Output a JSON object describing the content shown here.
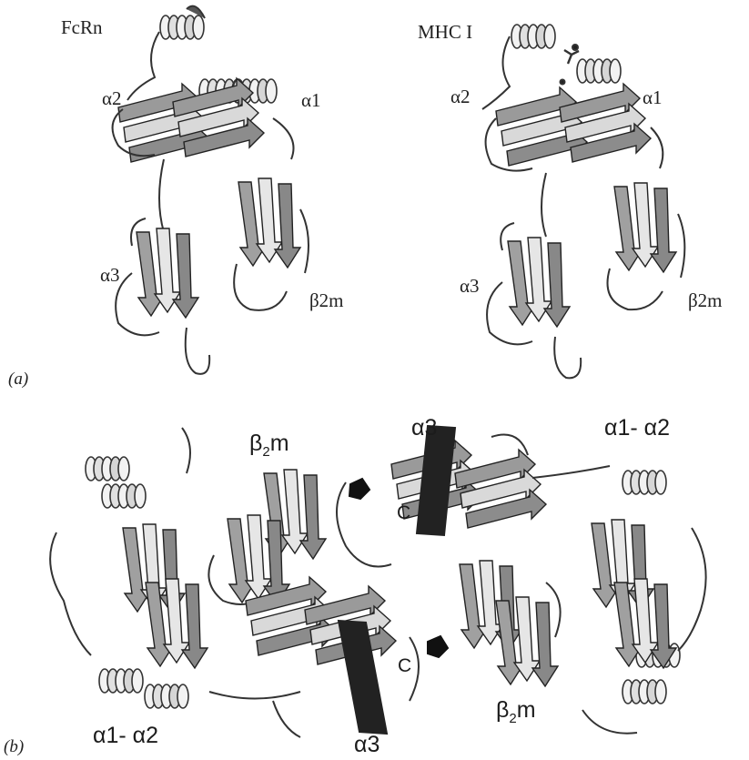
{
  "panel_a": {
    "panel_label": "(a)",
    "left": {
      "title": "FcRn",
      "a1": "α1",
      "a2": "α2",
      "a3": "α3",
      "b2m": "β2m"
    },
    "right": {
      "title": "MHC I",
      "a1": "α1",
      "a2": "α2",
      "a3": "α3",
      "b2m": "β2m"
    }
  },
  "panel_b": {
    "panel_label": "(b)",
    "a1a2_top_right": "α1- α2",
    "a1a2_bottom_left": "α1- α2",
    "a3_top": "α3",
    "a3_bottom": "α3",
    "b2m_top": {
      "base": "β",
      "sub": "2",
      "tail": "m"
    },
    "b2m_bottom": {
      "base": "β",
      "sub": "2",
      "tail": "m"
    },
    "c_top": "C",
    "c_bottom": "C"
  }
}
